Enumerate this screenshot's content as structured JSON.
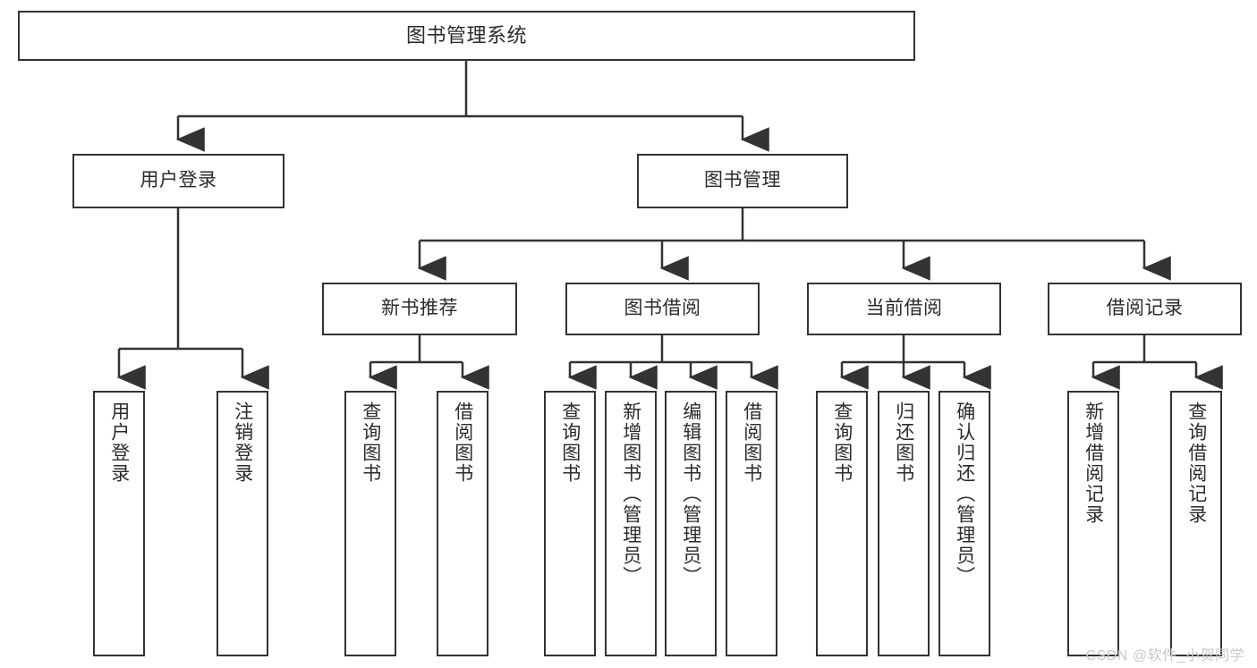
{
  "diagram": {
    "title": "图书管理系统",
    "type": "tree",
    "accent_color": "#333333",
    "box_fill": "#ffffff",
    "text_color": "#2b2b2b",
    "watermark": "CSDN @软件_小贺同学",
    "root": {
      "label": "图书管理系统"
    },
    "level1": [
      {
        "label": "用户登录"
      },
      {
        "label": "图书管理"
      }
    ],
    "level2": [
      {
        "label": "新书推荐"
      },
      {
        "label": "图书借阅"
      },
      {
        "label": "当前借阅"
      },
      {
        "label": "借阅记录"
      }
    ],
    "leaves": {
      "user_login": [
        {
          "label": "用户登录"
        },
        {
          "label": "注销登录"
        }
      ],
      "new_book_recommend": [
        {
          "label": "查询图书"
        },
        {
          "label": "借阅图书"
        }
      ],
      "book_borrow": [
        {
          "label": "查询图书"
        },
        {
          "label": "新增图书（管理员）"
        },
        {
          "label": "编辑图书（管理员）"
        },
        {
          "label": "借阅图书"
        }
      ],
      "current_borrow": [
        {
          "label": "查询图书"
        },
        {
          "label": "归还图书"
        },
        {
          "label": "确认归还（管理员）"
        }
      ],
      "borrow_record": [
        {
          "label": "新增借阅记录"
        },
        {
          "label": "查询借阅记录"
        }
      ]
    }
  }
}
